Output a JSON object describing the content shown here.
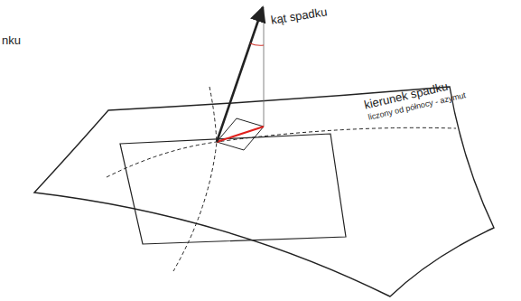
{
  "diagram": {
    "labels": [
      "nku",
      "kąt spadku",
      "kierunek spadku",
      "liczony od północy - azymut"
    ]
  }
}
